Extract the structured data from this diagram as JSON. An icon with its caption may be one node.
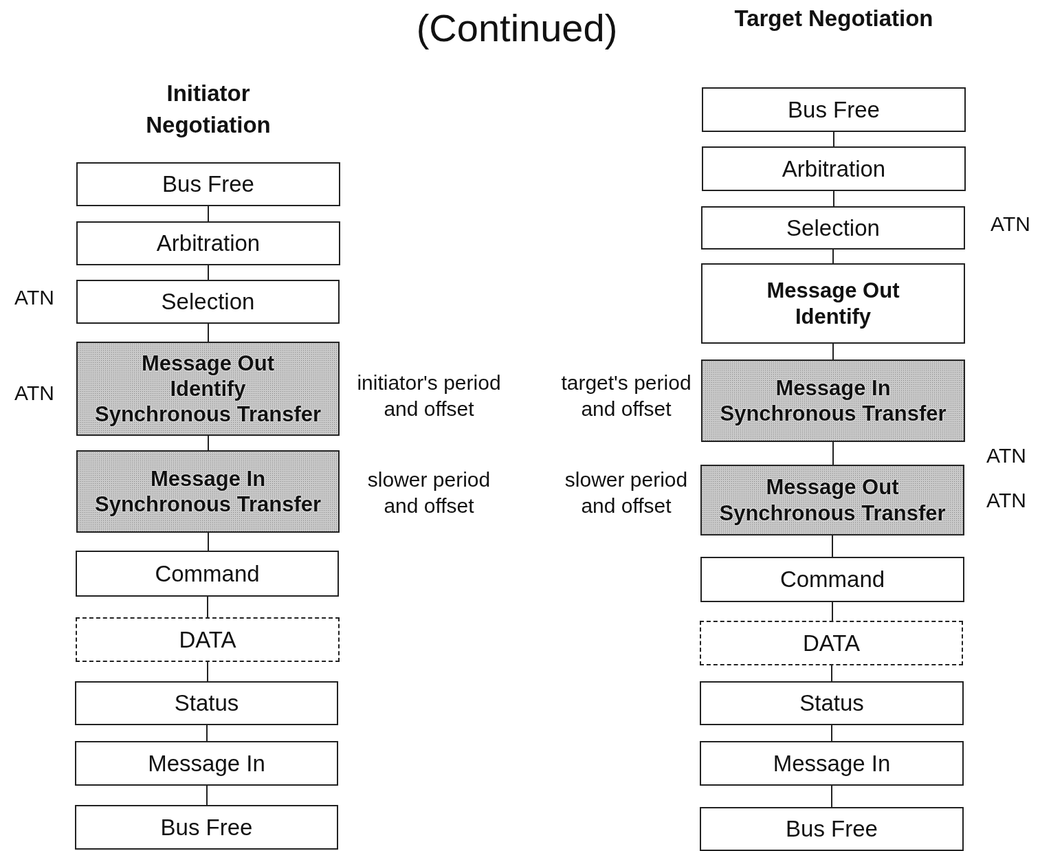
{
  "diagram": {
    "title": "(Continued)",
    "nodes": [
      {
        "text": [
          "Bus Free"
        ]
      },
      {
        "text": [
          "Arbitration"
        ]
      },
      {
        "text": [
          "Selection"
        ],
        "beside": [
          "ATN"
        ]
      },
      {
        "text": [
          "Message Out",
          "Identify",
          "Synchronous Transfer"
        ],
        "beside": [
          "ATN",
          "initiator's period and offset"
        ]
      },
      {
        "text": [
          "Message In",
          "Synchronous Transfer"
        ],
        "beside": [
          "slower period and offset"
        ]
      },
      {
        "text": [
          "Command"
        ]
      },
      {
        "text": [
          "DATA"
        ]
      },
      {
        "text": [
          "Status"
        ]
      },
      {
        "text": [
          "Message In"
        ]
      },
      {
        "text": [
          "Bus Free"
        ]
      },
      {
        "text": [
          "Bus Free"
        ]
      },
      {
        "text": [
          "Arbitration"
        ]
      },
      {
        "text": [
          "Selection"
        ],
        "beside": [
          "ATN"
        ]
      },
      {
        "text": [
          "Message Out",
          "Identify"
        ]
      },
      {
        "text": [
          "Message In",
          "Synchronous Transfer"
        ],
        "beside": [
          "target's period and offset"
        ]
      },
      {
        "text": [
          "Message Out",
          "Synchronous Transfer"
        ],
        "beside": [
          "ATN",
          "slower period and offset",
          "ATN"
        ]
      },
      {
        "text": [
          "Command"
        ]
      },
      {
        "text": [
          "DATA"
        ]
      },
      {
        "text": [
          "Status"
        ]
      },
      {
        "text": [
          "Message In"
        ]
      },
      {
        "text": [
          "Bus Free"
        ]
      }
    ],
    "edges": [
      {
        "from": 0,
        "to": 1,
        "arrow": "none"
      },
      {
        "from": 1,
        "to": 2,
        "arrow": "none"
      },
      {
        "from": 2,
        "to": 3,
        "arrow": "none"
      },
      {
        "from": 3,
        "to": 4,
        "arrow": "none"
      },
      {
        "from": 4,
        "to": 5,
        "arrow": "none"
      },
      {
        "from": 5,
        "to": 6,
        "arrow": "none"
      },
      {
        "from": 6,
        "to": 7,
        "arrow": "none"
      },
      {
        "from": 7,
        "to": 8,
        "arrow": "none"
      },
      {
        "from": 8,
        "to": 9,
        "arrow": "none"
      },
      {
        "from": 10,
        "to": 11,
        "arrow": "none"
      },
      {
        "from": 11,
        "to": 12,
        "arrow": "none"
      },
      {
        "from": 12,
        "to": 13,
        "arrow": "none"
      },
      {
        "from": 13,
        "to": 14,
        "arrow": "none"
      },
      {
        "from": 14,
        "to": 15,
        "arrow": "none"
      },
      {
        "from": 15,
        "to": 16,
        "arrow": "none"
      },
      {
        "from": 16,
        "to": 17,
        "arrow": "none"
      },
      {
        "from": 17,
        "to": 18,
        "arrow": "none"
      },
      {
        "from": 18,
        "to": 19,
        "arrow": "none"
      },
      {
        "from": 19,
        "to": 20,
        "arrow": "none"
      }
    ],
    "labels": [
      "Target Negotiation",
      "Initiator Negotiation"
    ]
  }
}
